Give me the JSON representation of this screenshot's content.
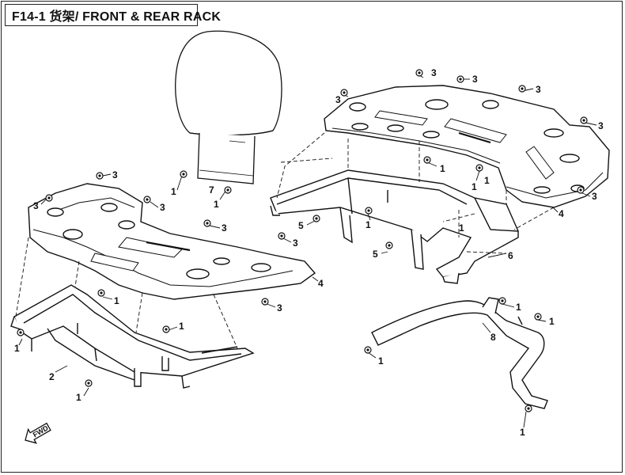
{
  "header": {
    "title": "F14-1 货架/ FRONT & REAR RACK"
  },
  "fwd_label": "FWD",
  "callouts": [
    {
      "id": "c-3-a",
      "label": "3",
      "part": "bolt"
    },
    {
      "id": "c-3-b",
      "label": "3",
      "part": "bolt"
    },
    {
      "id": "c-3-c",
      "label": "3",
      "part": "bolt"
    },
    {
      "id": "c-3-d",
      "label": "3",
      "part": "bolt"
    },
    {
      "id": "c-3-e",
      "label": "3",
      "part": "bolt"
    },
    {
      "id": "c-3-f",
      "label": "3",
      "part": "bolt"
    },
    {
      "id": "c-3-g",
      "label": "3",
      "part": "bolt"
    },
    {
      "id": "c-3-h",
      "label": "3",
      "part": "bolt"
    },
    {
      "id": "c-3-i",
      "label": "3",
      "part": "bolt"
    },
    {
      "id": "c-3-j",
      "label": "3",
      "part": "bolt"
    },
    {
      "id": "c-3-k",
      "label": "3",
      "part": "bolt"
    },
    {
      "id": "c-3-l",
      "label": "3",
      "part": "bolt"
    },
    {
      "id": "c-1-a",
      "label": "1",
      "part": "bolt"
    },
    {
      "id": "c-1-b",
      "label": "1",
      "part": "bolt"
    },
    {
      "id": "c-1-c",
      "label": "1",
      "part": "bolt"
    },
    {
      "id": "c-1-d",
      "label": "1",
      "part": "bolt"
    },
    {
      "id": "c-1-e",
      "label": "1",
      "part": "bolt"
    },
    {
      "id": "c-1-f",
      "label": "1",
      "part": "bolt"
    },
    {
      "id": "c-1-g",
      "label": "1",
      "part": "bolt"
    },
    {
      "id": "c-1-h",
      "label": "1",
      "part": "bolt"
    },
    {
      "id": "c-1-i",
      "label": "1",
      "part": "bolt"
    },
    {
      "id": "c-1-j",
      "label": "1",
      "part": "bolt"
    },
    {
      "id": "c-1-k",
      "label": "1",
      "part": "bolt"
    },
    {
      "id": "c-1-l",
      "label": "1",
      "part": "bolt"
    },
    {
      "id": "c-1-m",
      "label": "1",
      "part": "bolt"
    },
    {
      "id": "c-1-n",
      "label": "1",
      "part": "bolt"
    },
    {
      "id": "c-1-o",
      "label": "1",
      "part": "bolt"
    },
    {
      "id": "c-2",
      "label": "2",
      "part": "front-rack-frame"
    },
    {
      "id": "c-4-a",
      "label": "4",
      "part": "front-rack-cover"
    },
    {
      "id": "c-4-b",
      "label": "4",
      "part": "rear-rack-cover"
    },
    {
      "id": "c-5-a",
      "label": "5",
      "part": "bolt"
    },
    {
      "id": "c-5-b",
      "label": "5",
      "part": "bolt"
    },
    {
      "id": "c-6",
      "label": "6",
      "part": "rear-rack-frame"
    },
    {
      "id": "c-7",
      "label": "7",
      "part": "backrest"
    },
    {
      "id": "c-8",
      "label": "8",
      "part": "grab-handle"
    }
  ]
}
